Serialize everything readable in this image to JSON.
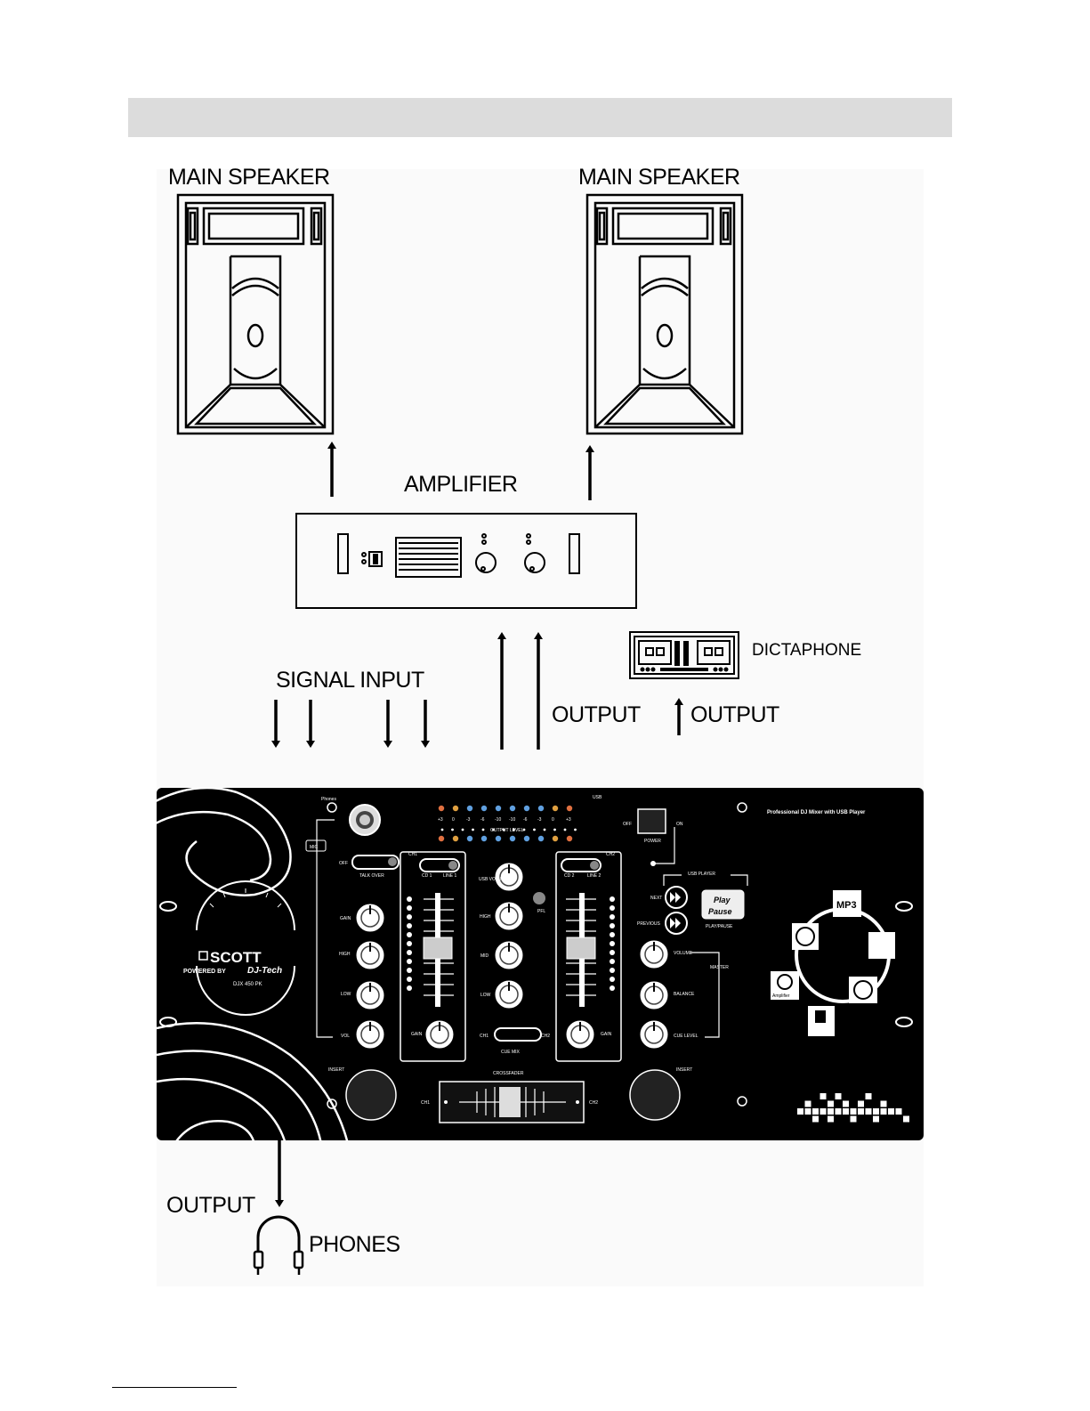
{
  "labels": {
    "main_speaker_left": "MAIN SPEAKER",
    "main_speaker_right": "MAIN SPEAKER",
    "amplifier": "AMPLIFIER",
    "dictaphone": "DICTAPHONE",
    "signal_input": "SIGNAL INPUT",
    "output_to_amp": "OUTPUT",
    "output_to_dictaphone": "OUTPUT",
    "output_to_phones": "OUTPUT",
    "phones": "PHONES"
  },
  "mixer": {
    "brand": "SCOTT",
    "powered_by": "POWERED BY",
    "partner": "DJ-Tech",
    "model": "DJX 450 PK",
    "tagline": "Professional DJ Mixer with USB Player",
    "phones_label": "Phones",
    "usb_label": "USB",
    "mic_label": "MIC",
    "output_level_label": "OUTPUT LEVEL",
    "output_level_scale": [
      "+3",
      "0",
      "-3",
      "-6",
      "-10",
      "-10",
      "-6",
      "-3",
      "0",
      "+3"
    ],
    "power_label": "POWER",
    "power_off": "OFF",
    "power_on": "ON",
    "usb_player_label": "USB PLAYER",
    "next_label": "NEXT",
    "previous_label": "PREVIOUS",
    "play_label": "Play",
    "pause_label": "Pause",
    "play_pause_label": "PLAY/PAUSE",
    "talkover_off": "OFF",
    "talkover_label": "TALK OVER",
    "ch1_label": "CH1",
    "ch2_label": "CH2",
    "cd1_label": "CD 1",
    "line1_label": "LINE 1",
    "cd2_label": "CD 2",
    "line2_label": "LINE 2",
    "usb_volume_label": "USB VOLUME",
    "pfl_label": "PFL",
    "high_label": "HIGH",
    "mid_label": "MID",
    "low_label": "LOW",
    "gain_label": "GAIN",
    "vol_label": "VOL",
    "volume_label": "VOLUME",
    "master_label": "MASTER",
    "balance_label": "BALANCE",
    "cue_level_label": "CUE LEVEL",
    "cue_mix_label": "CUE MIX",
    "crossfader_label": "CROSSFADER",
    "insert_label": "INSERT",
    "mp3_label": "MP3",
    "amplifier_icon_label": "Amplifier"
  }
}
